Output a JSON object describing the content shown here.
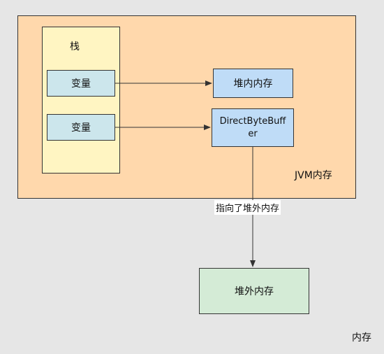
{
  "labels": {
    "stack": "栈",
    "var1": "变量",
    "var2": "变量",
    "heap_memory": "堆内内存",
    "direct_byte_buffer": "DirectByteBuffer",
    "jvm_memory": "JVM内存",
    "edge_label": "指向了堆外内存",
    "off_heap_memory": "堆外内存",
    "memory": "内存"
  },
  "colors": {
    "background": "#e6e6e6",
    "jvm_region": "#ffd8ac",
    "stack_region": "#fff5c2",
    "variable_box": "#cce6ec",
    "heap_box": "#bfdcf7",
    "off_heap_box": "#d4ebd6"
  }
}
